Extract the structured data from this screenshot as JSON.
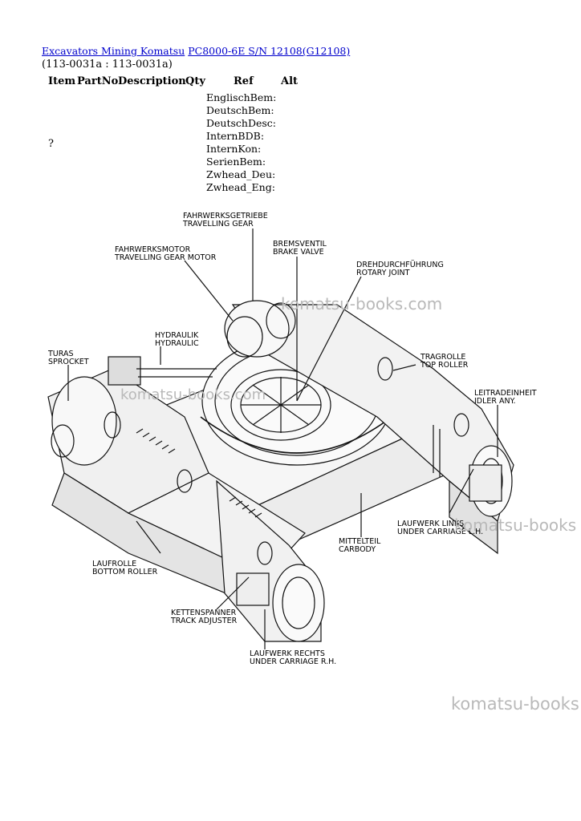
{
  "breadcrumb": {
    "link1": "Excavators Mining Komatsu",
    "link2": "PC8000-6E S/N 12108(G12108)"
  },
  "subtitle": "(113-0031a : 113-0031a)",
  "table": {
    "headers": [
      "Item",
      "PartNo",
      "Description",
      "Qty",
      "Ref",
      "Alt"
    ],
    "row_item": "?"
  },
  "meta_fields": [
    "EnglischBem:",
    "DeutschBem:",
    "DeutschDesc:",
    "InternBDB:",
    "InternKon:",
    "SerienBem:",
    "Zwhead_Deu:",
    "Zwhead_Eng:"
  ],
  "diagram_labels": [
    {
      "de": "FAHRWERKSGETRIEBE",
      "en": "TRAVELLING GEAR"
    },
    {
      "de": "FAHRWERKSMOTOR",
      "en": "TRAVELLING GEAR MOTOR"
    },
    {
      "de": "BREMSVENTIL",
      "en": "BRAKE VALVE"
    },
    {
      "de": "DREHDURCHFÜHRUNG",
      "en": "ROTARY JOINT"
    },
    {
      "de": "HYDRAULIK",
      "en": "HYDRAULIC"
    },
    {
      "de": "TURAS",
      "en": "SPROCKET"
    },
    {
      "de": "TRAGROLLE",
      "en": "TOP ROLLER"
    },
    {
      "de": "LEITRADEINHEIT",
      "en": "IDLER ANY."
    },
    {
      "de": "LAUFWERK LINKS",
      "en": "UNDER CARRIAGE L.H."
    },
    {
      "de": "MITTELTEIL",
      "en": "CARBODY"
    },
    {
      "de": "LAUFROLLE",
      "en": "BOTTOM ROLLER"
    },
    {
      "de": "KETTENSPANNER",
      "en": "TRACK ADJUSTER"
    },
    {
      "de": "LAUFWERK RECHTS",
      "en": "UNDER CARRIAGE R.H."
    }
  ],
  "watermarks": [
    "komatsu-books.com",
    "komatsu-books.com",
    "komatsu-books",
    "komatsu-books"
  ]
}
